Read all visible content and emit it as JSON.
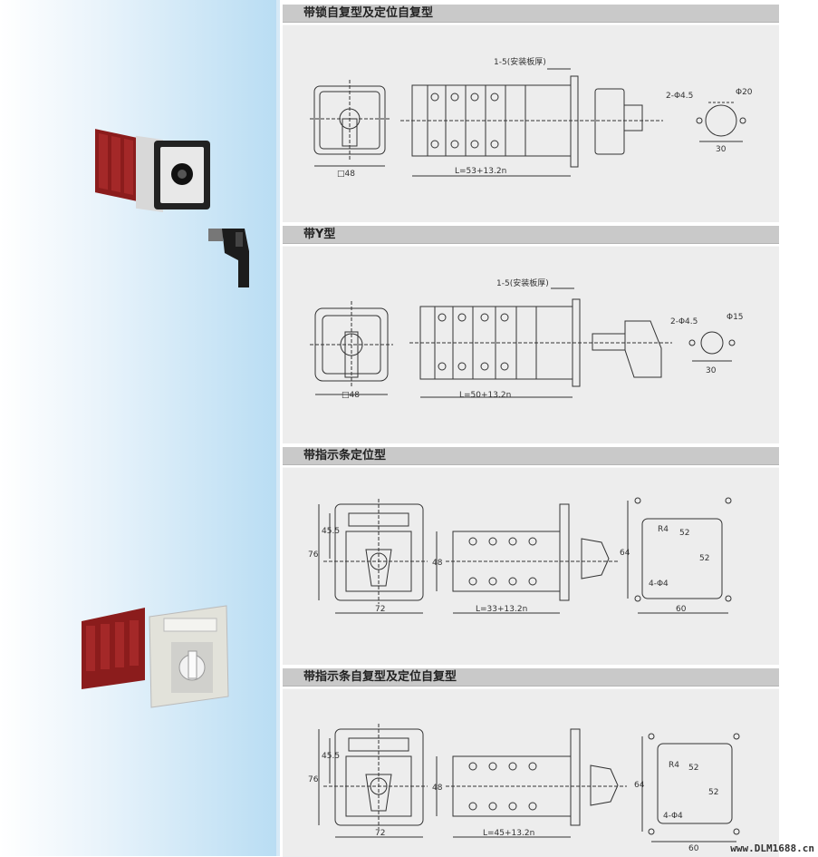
{
  "sections": [
    {
      "title": "带锁自复型及定位自复型",
      "labels": {
        "plate": "1-5(安装板厚)",
        "square": "□48",
        "length": "L=53+13.2n",
        "holes": "2-Φ4.5",
        "bore": "Φ20",
        "spacing": "30"
      }
    },
    {
      "title": "带Y型",
      "labels": {
        "plate": "1-5(安装板厚)",
        "square": "□48",
        "length": "L=50+13.2n",
        "holes": "2-Φ4.5",
        "bore": "Φ15",
        "spacing": "30"
      }
    },
    {
      "title": "带指示条定位型",
      "labels": {
        "h_outer": "76",
        "h_inner": "45.5",
        "depth": "48",
        "width": "72",
        "length": "L=33+13.2n",
        "radius": "R4",
        "cut_w": "52",
        "cut_h": "52",
        "pitch_h": "64",
        "holes": "4-Φ4",
        "pitch_w": "60"
      }
    },
    {
      "title": "带指示条自复型及定位自复型",
      "labels": {
        "h_outer": "76",
        "h_inner": "45.5",
        "depth": "48",
        "width": "72",
        "length": "L=45+13.2n",
        "radius": "R4",
        "cut_w": "52",
        "cut_h": "52",
        "pitch_h": "64",
        "holes": "4-Φ4",
        "pitch_w": "60"
      }
    }
  ],
  "watermark": "www.DLM1688.cn"
}
